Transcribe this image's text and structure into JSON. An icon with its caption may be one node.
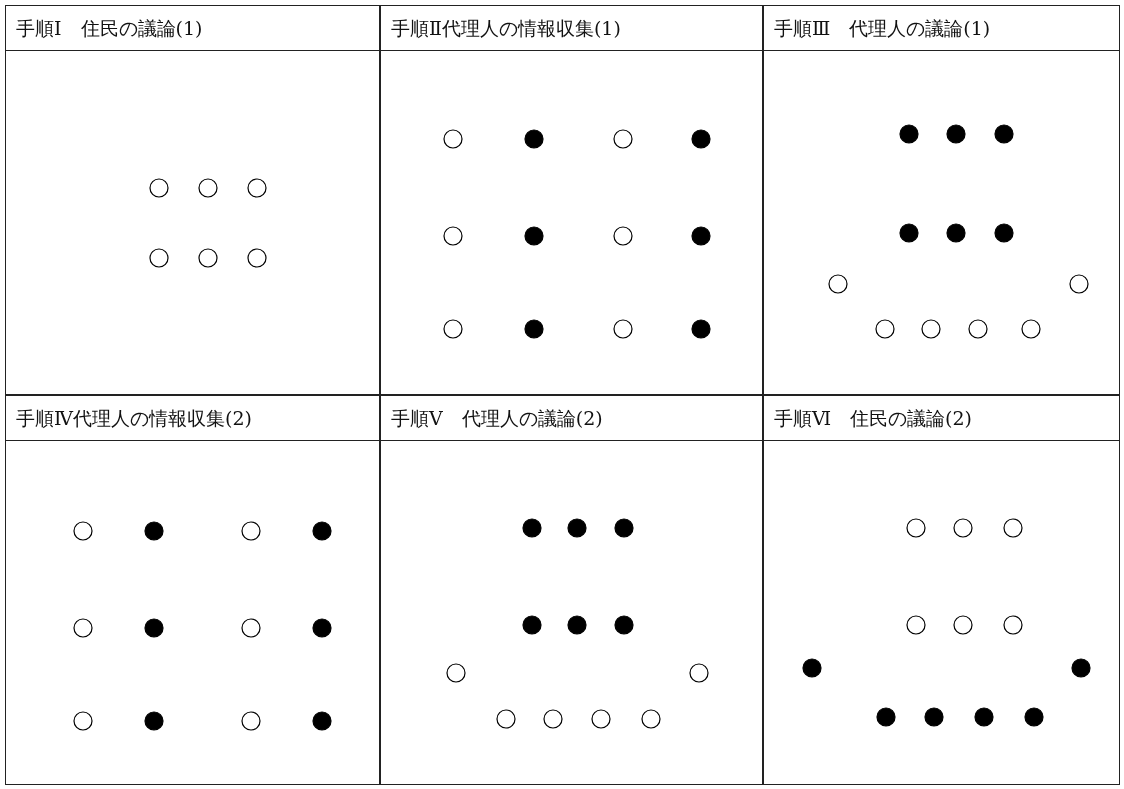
{
  "diagram": {
    "nodes": [
      {
        "text": [
          "手順Ⅰ　住民の議論(1)"
        ]
      },
      {
        "text": [],
        "shape": "circle",
        "in": 0
      },
      {
        "text": [],
        "shape": "circle",
        "in": 0
      },
      {
        "text": [],
        "shape": "circle",
        "in": 0
      },
      {
        "text": [],
        "shape": "circle",
        "in": 0
      },
      {
        "text": [],
        "shape": "circle",
        "in": 0
      },
      {
        "text": [],
        "shape": "circle",
        "in": 0
      },
      {
        "text": [
          "手順Ⅱ代理人の情報収集(1)"
        ]
      },
      {
        "text": [],
        "shape": "circle",
        "in": 7
      },
      {
        "text": [],
        "shape": "dot",
        "in": 7
      },
      {
        "text": [],
        "shape": "circle",
        "in": 7
      },
      {
        "text": [],
        "shape": "dot",
        "in": 7
      },
      {
        "text": [],
        "shape": "circle",
        "in": 7
      },
      {
        "text": [],
        "shape": "dot",
        "in": 7
      },
      {
        "text": [],
        "shape": "circle",
        "in": 7
      },
      {
        "text": [],
        "shape": "dot",
        "in": 7
      },
      {
        "text": [],
        "shape": "circle",
        "in": 7
      },
      {
        "text": [],
        "shape": "dot",
        "in": 7
      },
      {
        "text": [],
        "shape": "circle",
        "in": 7
      },
      {
        "text": [],
        "shape": "dot",
        "in": 7
      },
      {
        "text": [
          "手順Ⅲ　代理人の議論(1)"
        ]
      },
      {
        "text": [],
        "shape": "dot",
        "in": 20
      },
      {
        "text": [],
        "shape": "dot",
        "in": 20
      },
      {
        "text": [],
        "shape": "dot",
        "in": 20
      },
      {
        "text": [],
        "shape": "dot",
        "in": 20
      },
      {
        "text": [],
        "shape": "dot",
        "in": 20
      },
      {
        "text": [],
        "shape": "dot",
        "in": 20
      },
      {
        "text": [],
        "shape": "circle",
        "in": 20
      },
      {
        "text": [],
        "shape": "circle",
        "in": 20
      },
      {
        "text": [],
        "shape": "circle",
        "in": 20
      },
      {
        "text": [],
        "shape": "circle",
        "in": 20
      },
      {
        "text": [],
        "shape": "circle",
        "in": 20
      },
      {
        "text": [],
        "shape": "circle",
        "in": 20
      },
      {
        "text": [
          "手順Ⅳ代理人の情報収集(2)"
        ]
      },
      {
        "text": [],
        "shape": "circle",
        "in": 33
      },
      {
        "text": [],
        "shape": "dot",
        "in": 33
      },
      {
        "text": [],
        "shape": "circle",
        "in": 33
      },
      {
        "text": [],
        "shape": "dot",
        "in": 33
      },
      {
        "text": [],
        "shape": "circle",
        "in": 33
      },
      {
        "text": [],
        "shape": "dot",
        "in": 33
      },
      {
        "text": [],
        "shape": "circle",
        "in": 33
      },
      {
        "text": [],
        "shape": "dot",
        "in": 33
      },
      {
        "text": [],
        "shape": "circle",
        "in": 33
      },
      {
        "text": [],
        "shape": "dot",
        "in": 33
      },
      {
        "text": [],
        "shape": "circle",
        "in": 33
      },
      {
        "text": [],
        "shape": "dot",
        "in": 33
      },
      {
        "text": [
          "手順Ⅴ　代理人の議論(2)"
        ]
      },
      {
        "text": [],
        "shape": "dot",
        "in": 46
      },
      {
        "text": [],
        "shape": "dot",
        "in": 46
      },
      {
        "text": [],
        "shape": "dot",
        "in": 46
      },
      {
        "text": [],
        "shape": "dot",
        "in": 46
      },
      {
        "text": [],
        "shape": "dot",
        "in": 46
      },
      {
        "text": [],
        "shape": "dot",
        "in": 46
      },
      {
        "text": [],
        "shape": "circle",
        "in": 46
      },
      {
        "text": [],
        "shape": "circle",
        "in": 46
      },
      {
        "text": [],
        "shape": "circle",
        "in": 46
      },
      {
        "text": [],
        "shape": "circle",
        "in": 46
      },
      {
        "text": [],
        "shape": "circle",
        "in": 46
      },
      {
        "text": [],
        "shape": "circle",
        "in": 46
      },
      {
        "text": [
          "手順Ⅵ　住民の議論(2)"
        ]
      },
      {
        "text": [],
        "shape": "circle",
        "in": 59
      },
      {
        "text": [],
        "shape": "circle",
        "in": 59
      },
      {
        "text": [],
        "shape": "circle",
        "in": 59
      },
      {
        "text": [],
        "shape": "circle",
        "in": 59
      },
      {
        "text": [],
        "shape": "circle",
        "in": 59
      },
      {
        "text": [],
        "shape": "circle",
        "in": 59
      },
      {
        "text": [],
        "shape": "dot",
        "in": 59
      },
      {
        "text": [],
        "shape": "dot",
        "in": 59
      },
      {
        "text": [],
        "shape": "dot",
        "in": 59
      },
      {
        "text": [],
        "shape": "dot",
        "in": 59
      },
      {
        "text": [],
        "shape": "dot",
        "in": 59
      },
      {
        "text": [],
        "shape": "dot",
        "in": 59
      }
    ]
  }
}
